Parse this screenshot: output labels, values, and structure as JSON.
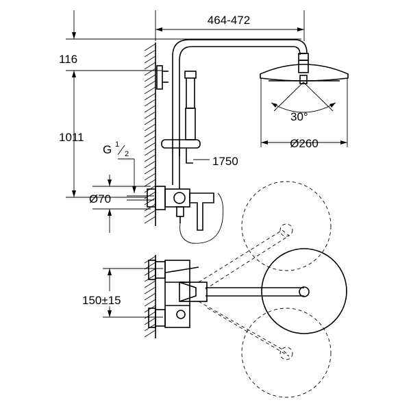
{
  "labels": {
    "arm_length": "464-472",
    "top_offset": "116",
    "height": "1011",
    "thread_g": "G",
    "thread_num": "1",
    "thread_den": "2",
    "hose_length": "1750",
    "diameter_70": "Ø70",
    "angle": "30°",
    "head_diameter": "Ø260",
    "center_distance": "150±15"
  }
}
